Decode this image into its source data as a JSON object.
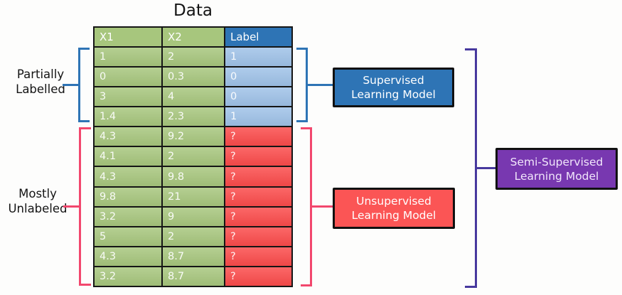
{
  "title": "Data",
  "table": {
    "headers": {
      "x1": "X1",
      "x2": "X2",
      "label": "Label"
    },
    "rows": [
      {
        "x1": "1",
        "x2": "2",
        "label": "1",
        "labeled": true
      },
      {
        "x1": "0",
        "x2": "0.3",
        "label": "0",
        "labeled": true
      },
      {
        "x1": "3",
        "x2": "4",
        "label": "0",
        "labeled": true
      },
      {
        "x1": "1.4",
        "x2": "2.3",
        "label": "1",
        "labeled": true
      },
      {
        "x1": "4.3",
        "x2": "9.2",
        "label": "?",
        "labeled": false
      },
      {
        "x1": "4.1",
        "x2": "2",
        "label": "?",
        "labeled": false
      },
      {
        "x1": "4.3",
        "x2": "9.8",
        "label": "?",
        "labeled": false
      },
      {
        "x1": "9.8",
        "x2": "21",
        "label": "?",
        "labeled": false
      },
      {
        "x1": "3.2",
        "x2": "9",
        "label": "?",
        "labeled": false
      },
      {
        "x1": "5",
        "x2": "2",
        "label": "?",
        "labeled": false
      },
      {
        "x1": "4.3",
        "x2": "8.7",
        "label": "?",
        "labeled": false
      },
      {
        "x1": "3.2",
        "x2": "8.7",
        "label": "?",
        "labeled": false
      }
    ]
  },
  "annotations": {
    "partially_labelled": {
      "line1": "Partially",
      "line2": "Labelled"
    },
    "mostly_unlabeled": {
      "line1": "Mostly",
      "line2": "Unlabeled"
    }
  },
  "models": {
    "supervised": {
      "line1": "Supervised",
      "line2": "Learning Model"
    },
    "unsupervised": {
      "line1": "Unsupervised",
      "line2": "Learning Model"
    },
    "semi_supervised": {
      "line1": "Semi-Supervised",
      "line2": "Learning Model"
    }
  },
  "colors": {
    "header_green": "#4f7b31",
    "header_blue": "#2e74b5",
    "cell_green": "#a7c67d",
    "cell_blue": "#9fc2e8",
    "cell_red": "#fb4b4b",
    "box_supervised": "#2e74b5",
    "box_unsupervised": "#fb5555",
    "box_semi": "#7838b0",
    "bracket_blue": "#2e74b5",
    "bracket_pink": "#f2476d",
    "bracket_purple": "#47399e"
  }
}
